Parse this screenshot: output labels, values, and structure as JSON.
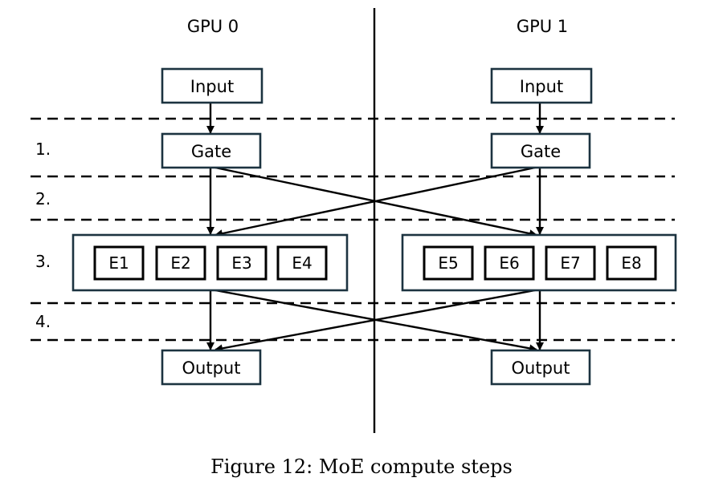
{
  "columns": [
    {
      "gpu_label": "GPU 0",
      "input_label": "Input",
      "gate_label": "Gate",
      "output_label": "Output",
      "experts": [
        "E1",
        "E2",
        "E3",
        "E4"
      ]
    },
    {
      "gpu_label": "GPU 1",
      "input_label": "Input",
      "gate_label": "Gate",
      "output_label": "Output",
      "experts": [
        "E5",
        "E6",
        "E7",
        "E8"
      ]
    }
  ],
  "steps": [
    "1.",
    "2.",
    "3.",
    "4."
  ],
  "caption": "Figure 12: MoE compute steps"
}
